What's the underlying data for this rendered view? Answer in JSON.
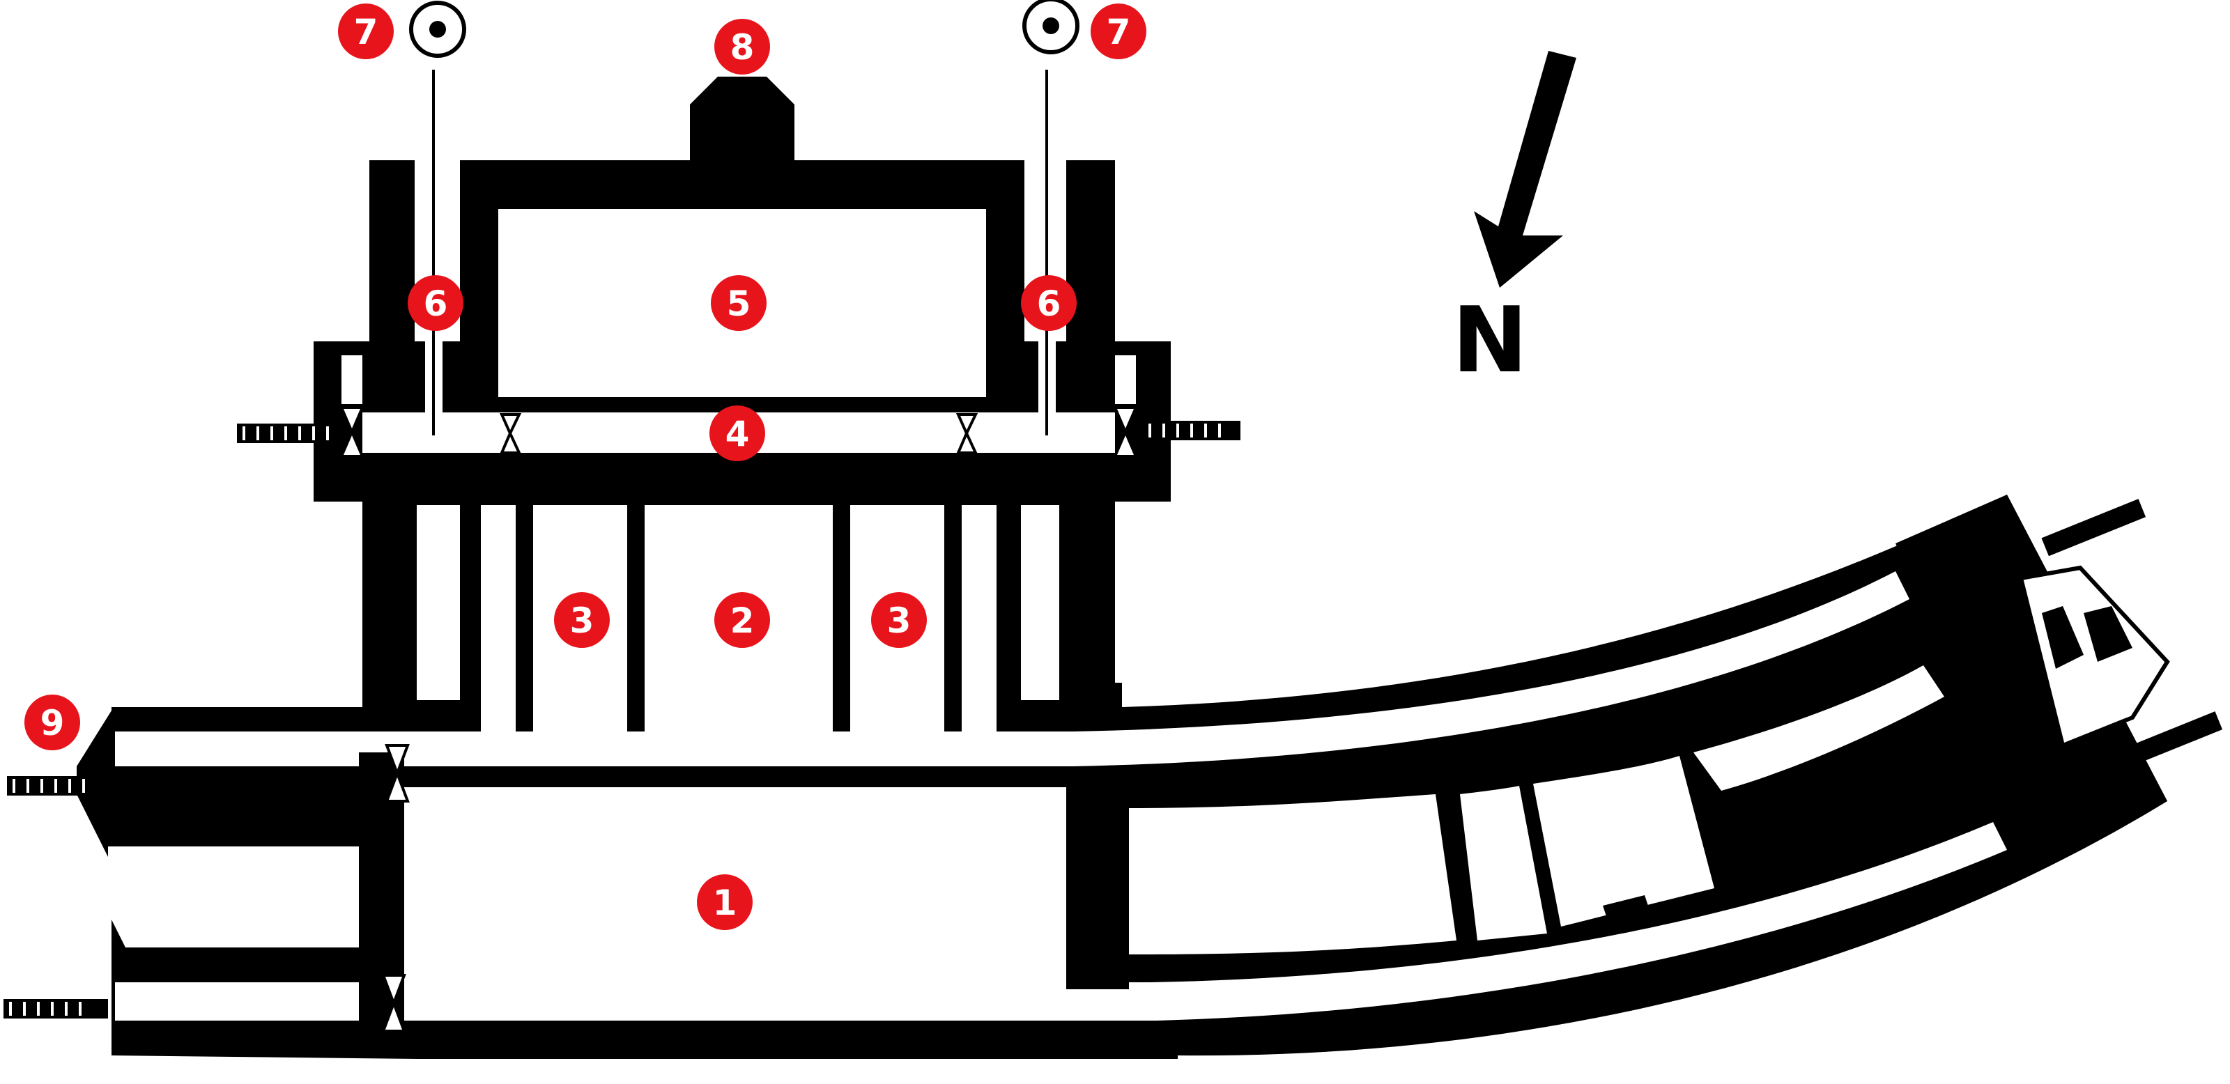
{
  "colors": {
    "ink": "#000000",
    "paper": "#ffffff",
    "badge": "#e8141c",
    "badge_text": "#ffffff"
  },
  "compass": {
    "label": "N",
    "icon": "north-arrow-icon"
  },
  "labels": [
    {
      "id": "1",
      "text": "1"
    },
    {
      "id": "2",
      "text": "2"
    },
    {
      "id": "3a",
      "text": "3"
    },
    {
      "id": "3b",
      "text": "3"
    },
    {
      "id": "4",
      "text": "4"
    },
    {
      "id": "5",
      "text": "5"
    },
    {
      "id": "6a",
      "text": "6"
    },
    {
      "id": "6b",
      "text": "6"
    },
    {
      "id": "7a",
      "text": "7"
    },
    {
      "id": "7b",
      "text": "7"
    },
    {
      "id": "8",
      "text": "8"
    },
    {
      "id": "9",
      "text": "9"
    }
  ]
}
